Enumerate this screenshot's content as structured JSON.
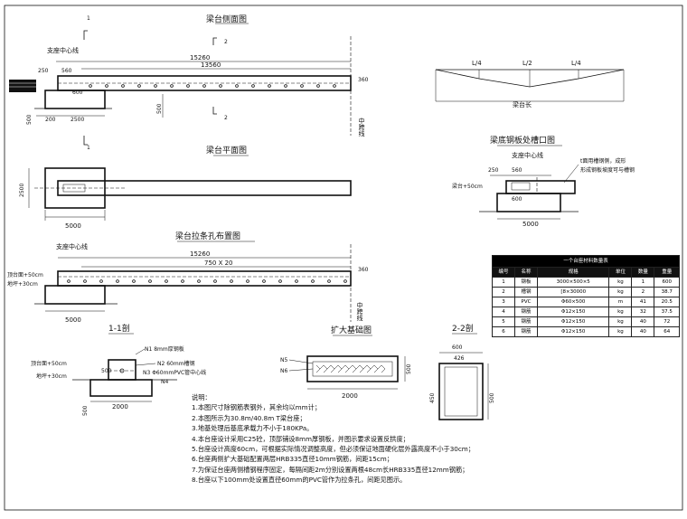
{
  "titles": {
    "side_view": "梁台侧面图",
    "plan_view": "梁台平面图",
    "tie_holes": "梁台拉条孔布置图",
    "bottom_plate": "梁底钢板处槽口图",
    "section_1": "1-1剖",
    "section_2": "2-2剖",
    "enlarged_base": "扩大基础图",
    "camber": "梁台长"
  },
  "labels": {
    "support_center": "支座中心线",
    "support_center_2": "支座中心线",
    "support_center_3": "支座中心线",
    "mid_span": "中跨线",
    "mid_span_2": "中跨线",
    "l4_left": "L/4",
    "l2": "L/2",
    "l4_right": "L/4",
    "mark_1_top": "1",
    "mark_1_bot": "1",
    "mark_2_top": "2",
    "mark_2_bot": "2",
    "n1": "N1 8mm厚钢板",
    "n2": "N2 60mm槽钢",
    "n3": "N3 Φ60mmPVC管中心线",
    "n4": "N4",
    "n5": "N5",
    "n6": "N6",
    "top_elev": "顶台面+50cm",
    "ground_elev": "地坪+30cm",
    "ground_elev_2": "地坪+30cm",
    "top_elev_2": "顶台面+50cm",
    "angle_note_1": "t面用槽钢侧，成形",
    "angle_note_2": "形成钢板坡度可与槽钢",
    "plate_note": "梁台+50cm"
  },
  "dims": {
    "d15260": "15260",
    "d13560": "13560",
    "d250": "250",
    "d560": "560",
    "d600": "600",
    "d500a": "500",
    "d200": "200",
    "d2500": "2500",
    "d500b": "500",
    "d360": "360",
    "d500c": "500",
    "d2500v": "2500",
    "d5000a": "5000",
    "d15260b": "15260",
    "d750x20": "750 X 20",
    "d360b": "360",
    "d5000b": "5000",
    "d250b": "250",
    "d560b": "560",
    "d600b": "600",
    "d5000c": "5000",
    "d500e": "500",
    "d2000a": "2000",
    "d500f": "500",
    "d2000b": "2000",
    "d500g": "500",
    "d600c": "600",
    "d426": "426",
    "d450": "450",
    "d500h": "500"
  },
  "table": {
    "caption": "一个台座材料数量表",
    "headers": [
      "编号",
      "名称",
      "规格",
      "单位",
      "数量",
      "重量"
    ],
    "rows": [
      [
        "1",
        "钢板",
        "3000×500×5",
        "kg",
        "1",
        "600"
      ],
      [
        "2",
        "槽钢",
        "[8×30000",
        "kg",
        "2",
        "38.7"
      ],
      [
        "3",
        "PVC",
        "Φ60×500",
        "m",
        "41",
        "20.5"
      ],
      [
        "4",
        "钢筋",
        "Φ12×150",
        "kg",
        "32",
        "37.5"
      ],
      [
        "5",
        "钢筋",
        "Φ12×150",
        "kg",
        "40",
        "72"
      ],
      [
        "6",
        "钢筋",
        "Φ12×150",
        "kg",
        "40",
        "64"
      ]
    ]
  },
  "notes": {
    "heading": "说明：",
    "items": [
      "1.本图尺寸除钢筋表钢外，其余均以mm计；",
      "2.本图所示为30.8m/40.8m T梁台座；",
      "3.地基处理后基底承载力不小于180KPa。",
      "4.本台座设计采用C25砼，顶部铺设8mm厚钢板，并图示要求设置反拱度；",
      "5.台座设计高度60cm，可根据实际情况调整高度，但必须保证地面硬化层外露高度不小于30cm；",
      "6.台座两侧扩大基础配置两层HRB335直径10mm钢筋，间距15cm；",
      "7.为保证台座两侧槽钢程序固定，每隔间距2m分别设置两根48cm长HRB335直径12mm钢筋；",
      "8.台座以下100mm处设置直径60mm的PVC管作为拉条孔，间距见图示。"
    ]
  }
}
